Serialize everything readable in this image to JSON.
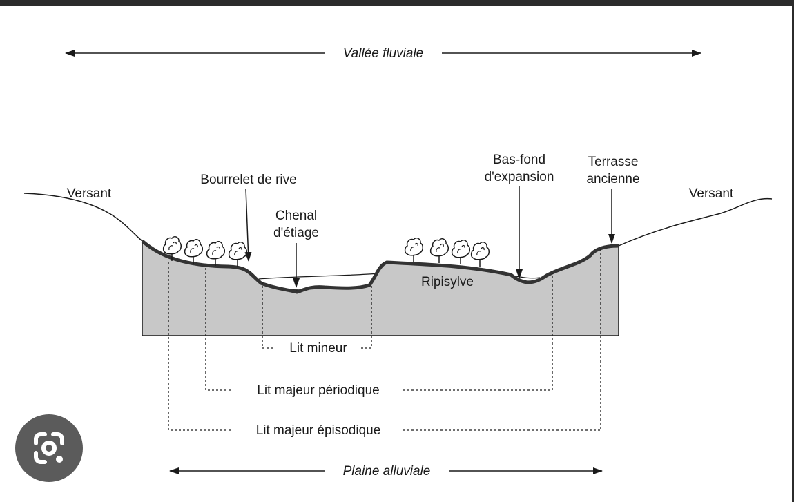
{
  "diagram": {
    "top_span": "Vallée fluviale",
    "bottom_span": "Plaine alluviale",
    "versant_left": "Versant",
    "versant_right": "Versant",
    "bourrelet": "Bourrelet de rive",
    "chenal_line1": "Chenal",
    "chenal_line2": "d'étiage",
    "basfond_line1": "Bas-fond",
    "basfond_line2": "d'expansion",
    "terrasse_line1": "Terrasse",
    "terrasse_line2": "ancienne",
    "ripisylve": "Ripisylve",
    "lit_mineur": "Lit mineur",
    "lit_majeur_periodique": "Lit majeur périodique",
    "lit_majeur_episodique": "Lit majeur épisodique"
  },
  "overlay": {
    "lens_button_icon": "google-lens-icon"
  }
}
